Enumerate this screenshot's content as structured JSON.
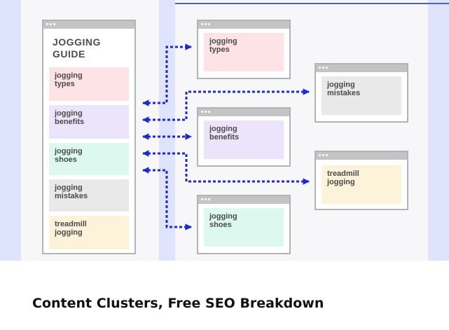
{
  "guide": {
    "title": "JOGGING\nGUIDE",
    "sections": [
      {
        "label": "jogging\ntypes",
        "color": "#fde3e6"
      },
      {
        "label": "jogging\nbenefits",
        "color": "#ece4fb"
      },
      {
        "label": "jogging\nshoes",
        "color": "#dcf8ef"
      },
      {
        "label": "jogging\nmistakes",
        "color": "#e9e9e9"
      },
      {
        "label": "treadmill\njogging",
        "color": "#fdf3da"
      }
    ]
  },
  "cluster_pages": [
    {
      "label": "jogging\ntypes",
      "color": "#fde3e6"
    },
    {
      "label": "jogging\nmistakes",
      "color": "#e9e9e9"
    },
    {
      "label": "jogging\nbenefits",
      "color": "#ece4fb"
    },
    {
      "label": "treadmill\njogging",
      "color": "#fdf3da"
    },
    {
      "label": "jogging\nshoes",
      "color": "#dcf8ef"
    }
  ],
  "caption": "Content Clusters, Free SEO Breakdown",
  "colors": {
    "arrow": "#1c2bd1",
    "window_border": "#b3b3b3",
    "side_band": "#dfe3fb"
  }
}
